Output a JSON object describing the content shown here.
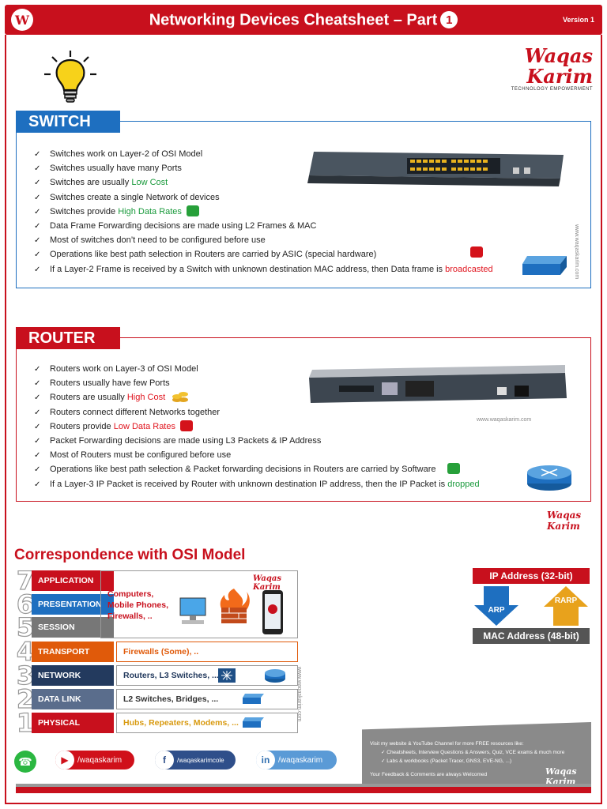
{
  "header": {
    "logo_letter": "W",
    "title": "Networking Devices Cheatsheet – Part",
    "part_number": "1",
    "version": "Version 1"
  },
  "brand": {
    "name": "Waqas Karim",
    "tagline": "TECHNOLOGY EMPOWERMENT"
  },
  "switch": {
    "tag": "SWITCH",
    "watermark": "www.waqaskarim.com",
    "bullets": [
      {
        "text": "Switches work on Layer-2 of OSI Model",
        "highlight": "",
        "after": ""
      },
      {
        "text": "Switches usually have many Ports",
        "highlight": "",
        "after": ""
      },
      {
        "text": "Switches are usually ",
        "highlight": "Low Cost",
        "after": ""
      },
      {
        "text": "Switches create a single Network of devices",
        "highlight": "",
        "after": ""
      },
      {
        "text": "Switches provide ",
        "highlight": "High Data Rates",
        "after": ""
      },
      {
        "text": "Data Frame Forwarding decisions are made using L2 Frames & MAC",
        "highlight": "",
        "after": ""
      },
      {
        "text": "Most of switches don’t need to be configured before use",
        "highlight": "",
        "after": ""
      },
      {
        "text": "Operations like best path selection in Routers are carried by ASIC (special hardware)",
        "highlight": "",
        "after": ""
      },
      {
        "text": "If a Layer-2 Frame is received by a Switch with unknown destination MAC address, then Data frame is ",
        "highlight": "broadcasted",
        "after": ""
      }
    ]
  },
  "router": {
    "tag": "ROUTER",
    "watermark": "www.waqaskarim.com",
    "bullets": [
      {
        "text": "Routers work on Layer-3 of OSI Model"
      },
      {
        "text": "Routers usually have few Ports"
      },
      {
        "text": "Routers are usually ",
        "highlight": "High Cost"
      },
      {
        "text": "Routers connect different Networks together"
      },
      {
        "text": "Routers provide ",
        "highlight": "Low Data Rates"
      },
      {
        "text": "Packet Forwarding decisions are made using L3 Packets & IP Address"
      },
      {
        "text": "Most of Routers must be configured before use"
      },
      {
        "text": "Operations like best path selection & Packet forwarding decisions in Routers are carried by Software"
      },
      {
        "text": "If a Layer-3 IP Packet is received by Router with unknown destination IP address, then the IP Packet is ",
        "highlight": "dropped"
      }
    ]
  },
  "osi": {
    "title": "Correspondence with OSI Model",
    "watermark": "www.waqaskarim.com",
    "layers": [
      {
        "num": "7",
        "name": "APPLICATION",
        "color": "#c8101d"
      },
      {
        "num": "6",
        "name": "PRESENTATION",
        "color": "#1e6fc0"
      },
      {
        "num": "5",
        "name": "SESSION",
        "color": "#777777"
      },
      {
        "num": "4",
        "name": "TRANSPORT",
        "color": "#e05a0a",
        "desc": "Firewalls (Some), ..",
        "desc_color": "#e05a0a"
      },
      {
        "num": "3",
        "name": "NETWORK",
        "color": "#233a5e",
        "desc": "Routers, L3 Switches, ...",
        "desc_color": "#233a5e"
      },
      {
        "num": "2",
        "name": "DATA LINK",
        "color": "#5a6d8c",
        "desc": "L2 Switches, Bridges, ...",
        "desc_color": "#333333"
      },
      {
        "num": "1",
        "name": "PHYSICAL",
        "color": "#c8101d",
        "desc": "Hubs, Repeaters, Modems, ...",
        "desc_color": "#d89a10"
      }
    ],
    "upper_desc": "Computers,\nMobile Phones,\nFirewalls, .."
  },
  "address": {
    "ip": "IP Address (32-bit)",
    "mac": "MAC Address (48-bit)",
    "arp": "ARP",
    "rarp": "RARP"
  },
  "social": {
    "youtube": "/waqaskarim",
    "facebook": "/waqaskarimcole",
    "linkedin": "/waqaskarim"
  },
  "footer": {
    "line1": "Visit my website & YouTube Channel for more FREE resources like:",
    "line2": "✓  Cheatsheets, Interview Questions & Answers, Quiz, VCE exams & much more",
    "line3": "✓  Labs & workbooks (Packet Tracer, GNS3, EVE-NG, ...)",
    "line4": "Your Feedback & Comments are always Welcomed"
  },
  "colors": {
    "brand_red": "#c8101d",
    "switch_blue": "#1e6fc0",
    "good_green": "#1a9a3c",
    "bad_red": "#e0141e"
  }
}
